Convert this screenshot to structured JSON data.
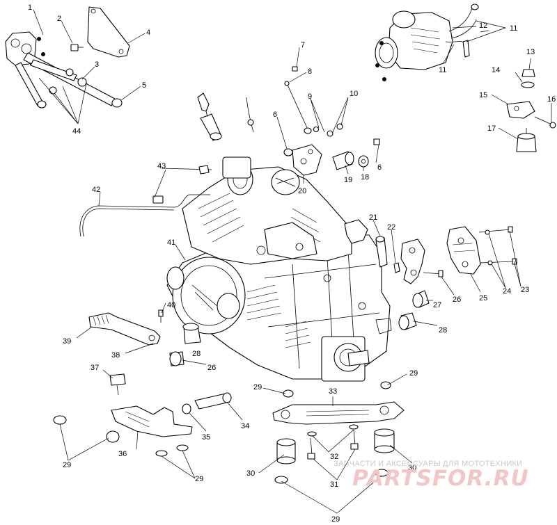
{
  "watermark": {
    "caption": "ЗАПЧАСТИ И АКСЕССУАРЫ ДЛЯ МОТОТЕХНИКИ",
    "logo": "PARTSFOR.RU",
    "logo_color": "#f0c6c6"
  },
  "callouts": {
    "c1": "1",
    "c2": "2",
    "c3": "3",
    "c4": "4",
    "c5": "5",
    "c6a": "6",
    "c6b": "6",
    "c7": "7",
    "c8": "8",
    "c9": "9",
    "c10": "10",
    "c11a": "11",
    "c11b": "11",
    "c12": "12",
    "c13": "13",
    "c14": "14",
    "c15": "15",
    "c16": "16",
    "c17": "17",
    "c18": "18",
    "c19": "19",
    "c20": "20",
    "c21": "21",
    "c22": "22",
    "c23": "23",
    "c24": "24",
    "c25": "25",
    "c26a": "26",
    "c26b": "26",
    "c27": "27",
    "c28a": "28",
    "c28b": "28",
    "c29a": "29",
    "c29b": "29",
    "c29c": "29",
    "c29d": "29",
    "c29e": "29",
    "c30a": "30",
    "c30b": "30",
    "c31": "31",
    "c32": "32",
    "c33": "33",
    "c34": "34",
    "c35": "35",
    "c36": "36",
    "c37": "37",
    "c38": "38",
    "c39": "39",
    "c40": "40",
    "c41": "41",
    "c42": "42",
    "c43": "43",
    "c44": "44"
  }
}
